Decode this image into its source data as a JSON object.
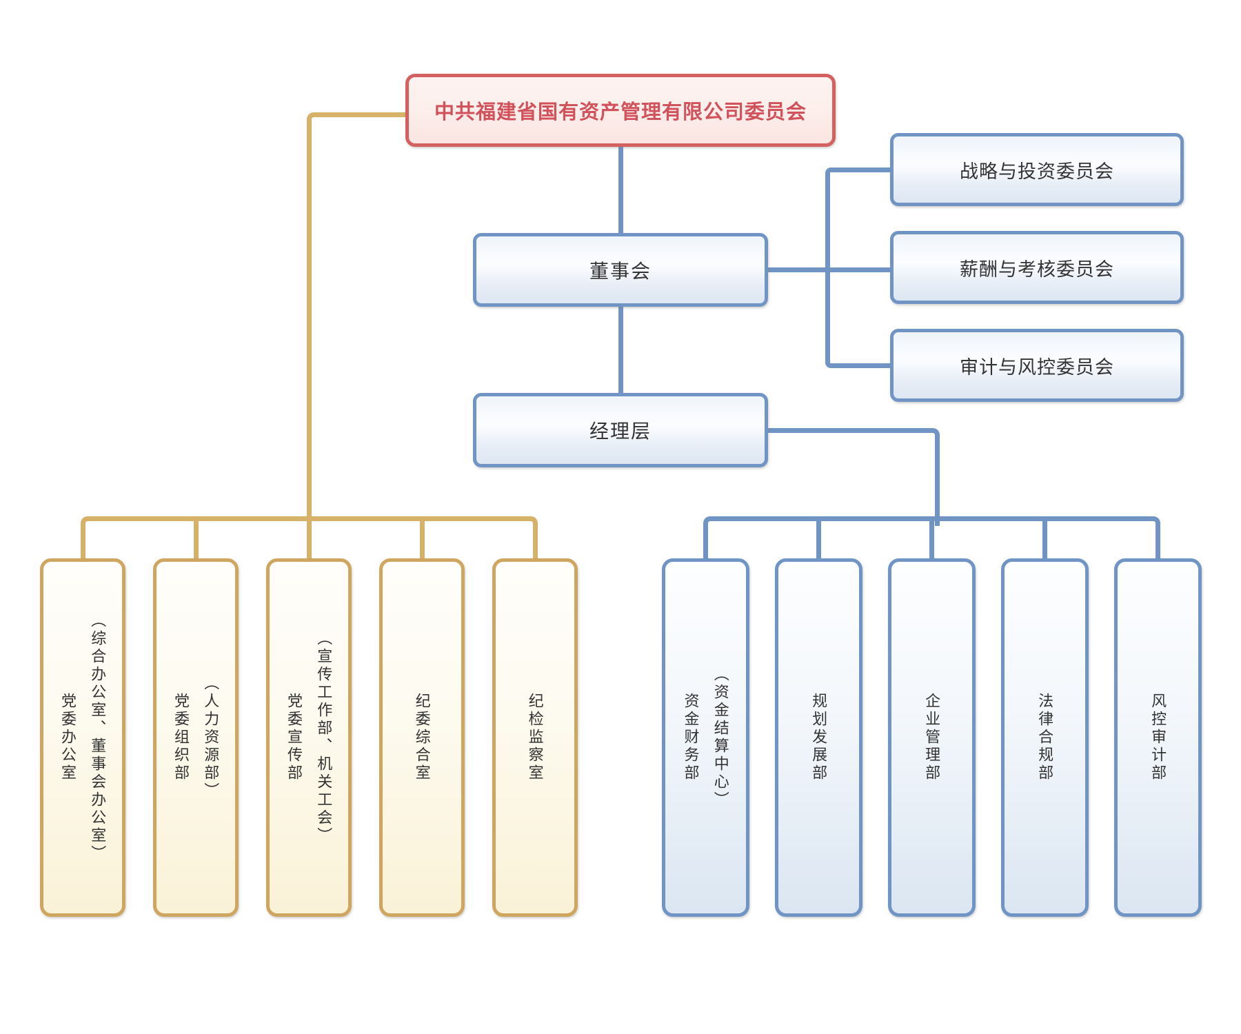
{
  "title_box": {
    "label": "中共福建省国有资产管理有限公司委员会"
  },
  "board": {
    "label": "董事会"
  },
  "management": {
    "label": "经理层"
  },
  "committees": [
    {
      "label": "战略与投资委员会"
    },
    {
      "label": "薪酬与考核委员会"
    },
    {
      "label": "审计与风控委员会"
    }
  ],
  "party_departments": [
    {
      "name": "党委办公室",
      "sub": "（综合办公室、董事会办公室）"
    },
    {
      "name": "党委组织部",
      "sub": "（人力资源部）"
    },
    {
      "name": "党委宣传部",
      "sub": "（宣传工作部、机关工会）"
    },
    {
      "name": "纪委综合室",
      "sub": ""
    },
    {
      "name": "纪检监察室",
      "sub": ""
    }
  ],
  "management_departments": [
    {
      "name": "资金财务部",
      "sub": "（资金结算中心）"
    },
    {
      "name": "规划发展部",
      "sub": ""
    },
    {
      "name": "企业管理部",
      "sub": ""
    },
    {
      "name": "法律合规部",
      "sub": ""
    },
    {
      "name": "风控审计部",
      "sub": ""
    }
  ],
  "colors": {
    "party_line_gold": "#d8b169",
    "party_box_border": "#cfa65f",
    "blue_line": "#7094c3",
    "blue_box_border": "#7094c3",
    "title_border": "#d56060",
    "title_text": "#d2525b",
    "body_text": "#333333"
  }
}
